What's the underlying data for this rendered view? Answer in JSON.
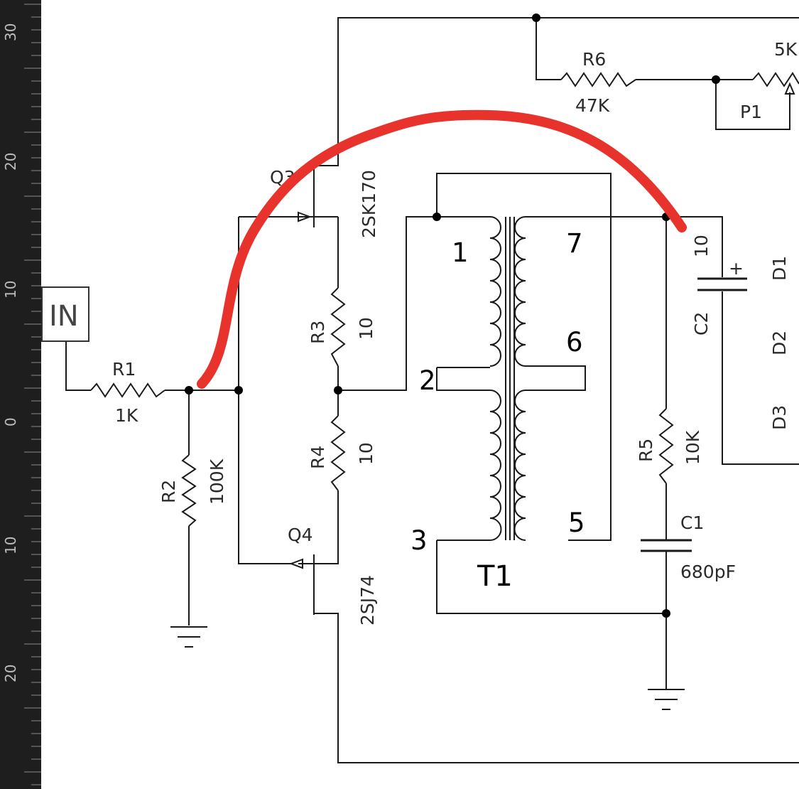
{
  "ruler": {
    "labels": [
      "30",
      "20",
      "10",
      "0",
      "10",
      "20"
    ]
  },
  "input_port": {
    "label": "IN"
  },
  "components": {
    "r1": {
      "ref": "R1",
      "value": "1K"
    },
    "r2": {
      "ref": "R2",
      "value": "100K"
    },
    "r3": {
      "ref": "R3",
      "value": "10"
    },
    "r4": {
      "ref": "R4",
      "value": "10"
    },
    "r5": {
      "ref": "R5",
      "value": "10K"
    },
    "r6": {
      "ref": "R6",
      "value": "47K"
    },
    "q3": {
      "ref": "Q3",
      "part": "2SK170"
    },
    "q4": {
      "ref": "Q4",
      "part": "2SJ74"
    },
    "t1": {
      "ref": "T1",
      "pins": [
        "1",
        "2",
        "3",
        "5",
        "6",
        "7"
      ]
    },
    "c1": {
      "ref": "C1",
      "value": "680pF"
    },
    "c2": {
      "ref": "C2",
      "value": "10",
      "polarity": "+"
    },
    "p1": {
      "ref": "P1",
      "value": "5K"
    },
    "d1": {
      "ref": "D1"
    },
    "d2": {
      "ref": "D2"
    },
    "d3": {
      "ref": "D3"
    }
  },
  "annotation": {
    "color": "#e8322c"
  },
  "colors": {
    "wire": "#1a1a1a",
    "ruler_bg": "#1e1e1e",
    "ruler_text": "#bdbdbd"
  }
}
